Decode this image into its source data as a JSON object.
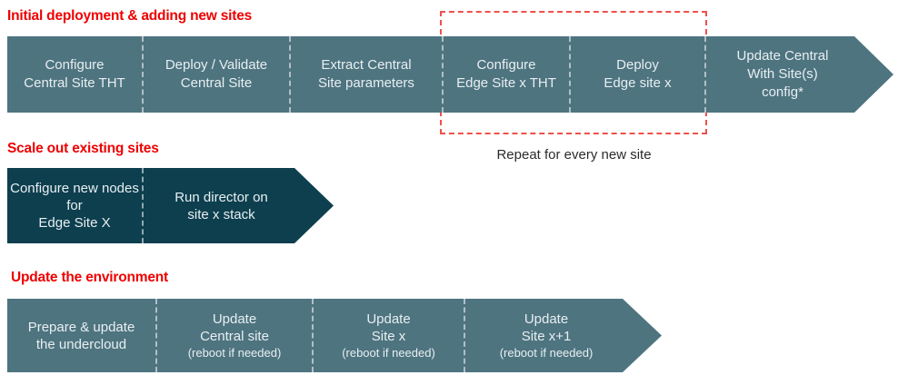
{
  "colors": {
    "bar_teal": "#4e7480",
    "bar_dark_teal": "#0d3f4f",
    "heading_red": "#ee0000",
    "repeat_box_red": "#f0504b",
    "bar_text": "#e8eff1",
    "caption_text": "#2b2b2b"
  },
  "sections": [
    {
      "heading": "Initial deployment & adding new sites",
      "segments": [
        {
          "main": "Configure\nCentral Site THT"
        },
        {
          "main": "Deploy / Validate\nCentral Site"
        },
        {
          "main": "Extract Central\nSite parameters"
        },
        {
          "main": "Configure\nEdge Site x THT"
        },
        {
          "main": "Deploy\nEdge site x"
        },
        {
          "main": "Update Central\nWith Site(s)\nconfig*"
        }
      ],
      "annotation": "Repeat for every new site"
    },
    {
      "heading": "Scale out existing sites",
      "segments": [
        {
          "main": "Configure new nodes\nfor\nEdge Site X"
        },
        {
          "main": "Run director on\nsite x stack"
        }
      ]
    },
    {
      "heading": "Update the environment",
      "segments": [
        {
          "main": "Prepare & update\nthe undercloud"
        },
        {
          "main": "Update\nCentral site",
          "sub": "(reboot if needed)"
        },
        {
          "main": "Update\nSite x",
          "sub": "(reboot if needed)"
        },
        {
          "main": "Update\nSite x+1",
          "sub": "(reboot if needed)"
        }
      ]
    }
  ]
}
